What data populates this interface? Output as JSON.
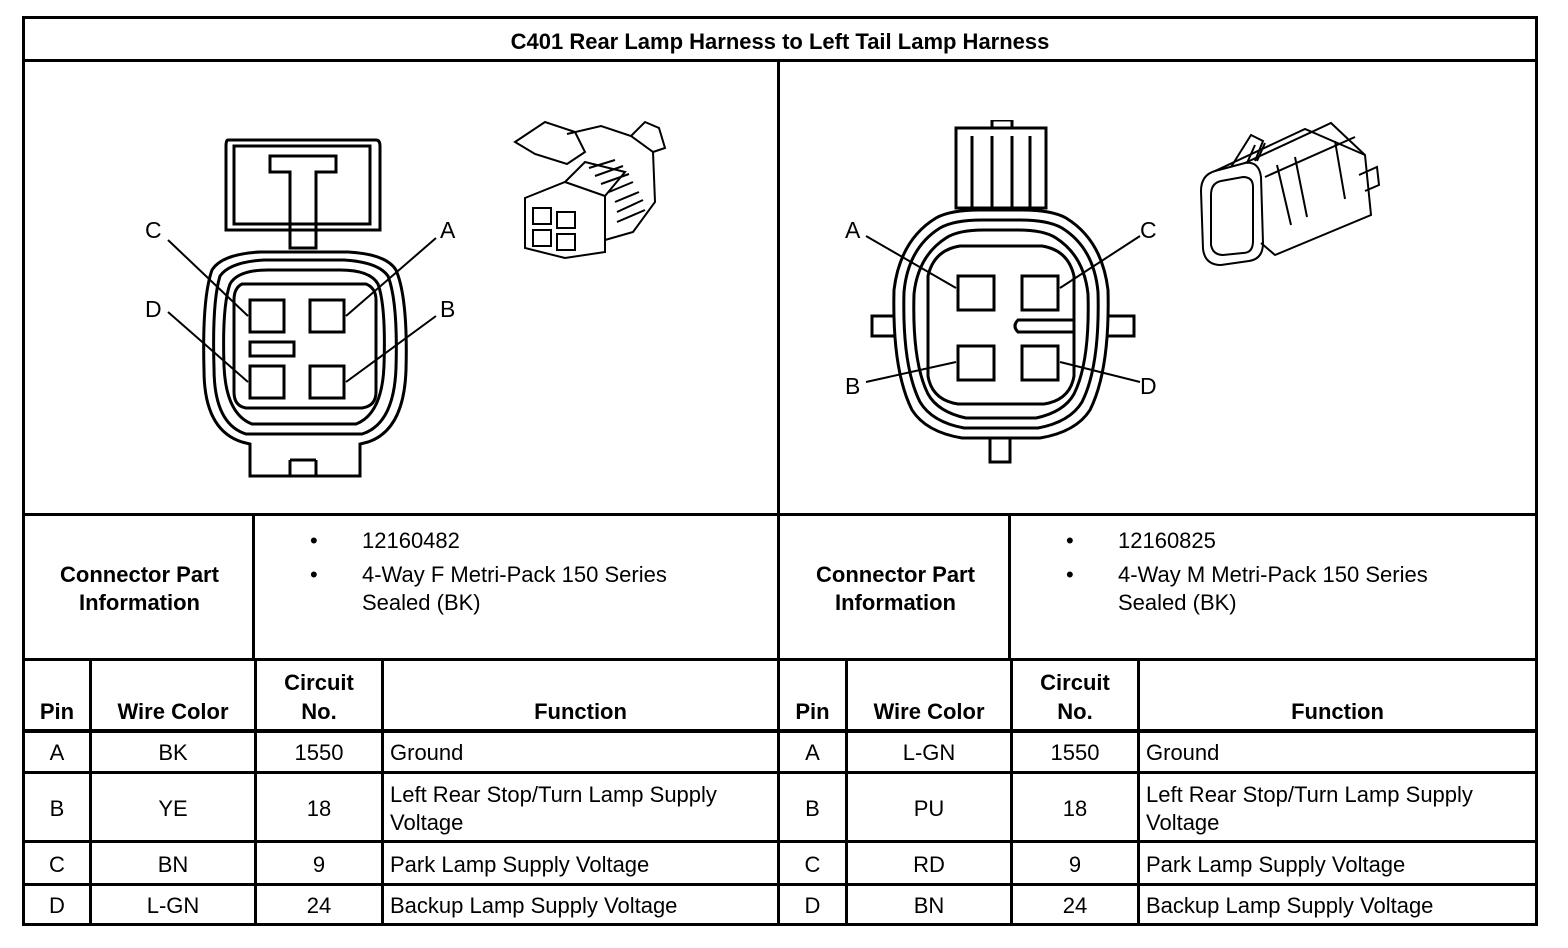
{
  "title": "C401 Rear Lamp Harness to Left Tail Lamp Harness",
  "left": {
    "pin_labels": {
      "a": "A",
      "b": "B",
      "c": "C",
      "d": "D"
    },
    "part_info_label_line1": "Connector Part",
    "part_info_label_line2": "Information",
    "part_number": "12160482",
    "part_desc_line1": "4-Way F Metri-Pack 150 Series",
    "part_desc_line2": "Sealed (BK)",
    "headers": {
      "pin": "Pin",
      "wire_color": "Wire Color",
      "circuit_line1": "Circuit",
      "circuit_line2": "No.",
      "function": "Function"
    },
    "rows": [
      {
        "pin": "A",
        "wire": "BK",
        "circuit": "1550",
        "function_line1": "Ground",
        "function_line2": ""
      },
      {
        "pin": "B",
        "wire": "YE",
        "circuit": "18",
        "function_line1": "Left Rear Stop/Turn Lamp Supply",
        "function_line2": "Voltage"
      },
      {
        "pin": "C",
        "wire": "BN",
        "circuit": "9",
        "function_line1": "Park Lamp Supply Voltage",
        "function_line2": ""
      },
      {
        "pin": "D",
        "wire": "L-GN",
        "circuit": "24",
        "function_line1": "Backup Lamp Supply Voltage",
        "function_line2": ""
      }
    ]
  },
  "right": {
    "pin_labels": {
      "a": "A",
      "b": "B",
      "c": "C",
      "d": "D"
    },
    "part_info_label_line1": "Connector Part",
    "part_info_label_line2": "Information",
    "part_number": "12160825",
    "part_desc_line1": "4-Way M Metri-Pack 150 Series",
    "part_desc_line2": "Sealed (BK)",
    "headers": {
      "pin": "Pin",
      "wire_color": "Wire Color",
      "circuit_line1": "Circuit",
      "circuit_line2": "No.",
      "function": "Function"
    },
    "rows": [
      {
        "pin": "A",
        "wire": "L-GN",
        "circuit": "1550",
        "function_line1": "Ground",
        "function_line2": ""
      },
      {
        "pin": "B",
        "wire": "PU",
        "circuit": "18",
        "function_line1": "Left Rear Stop/Turn Lamp Supply",
        "function_line2": "Voltage"
      },
      {
        "pin": "C",
        "wire": "RD",
        "circuit": "9",
        "function_line1": "Park Lamp Supply Voltage",
        "function_line2": ""
      },
      {
        "pin": "D",
        "wire": "BN",
        "circuit": "24",
        "function_line1": "Backup Lamp Supply Voltage",
        "function_line2": ""
      }
    ]
  },
  "bullet_glyph": "•"
}
